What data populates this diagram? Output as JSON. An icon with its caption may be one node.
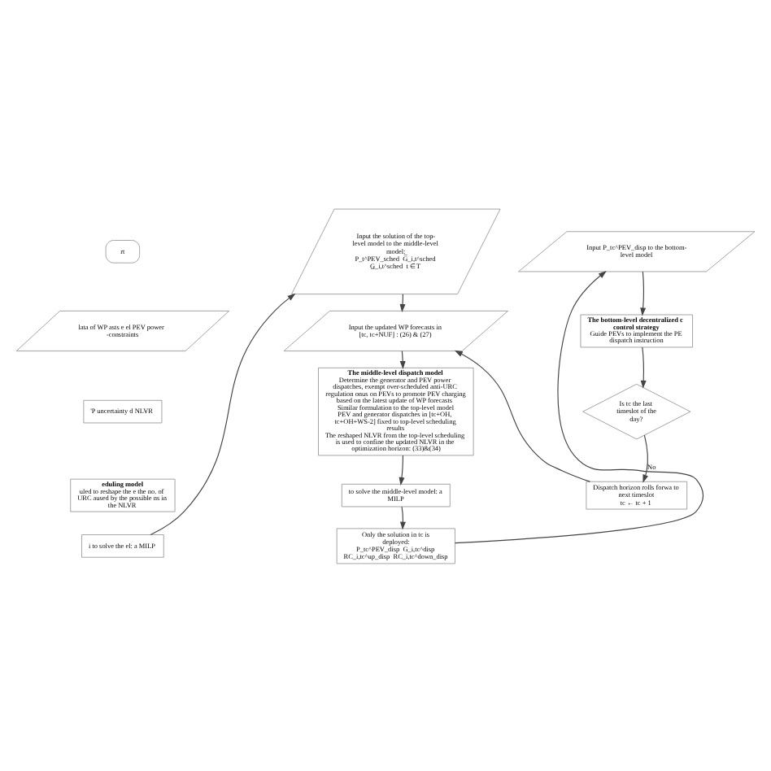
{
  "diagram": {
    "nodes": [
      {
        "text": [
          "rt"
        ]
      },
      {
        "text": [
          "lata of WP asts e el PEV power -constraints"
        ]
      },
      {
        "text": [
          "'P uncertainty d NLVR"
        ]
      },
      {
        "text": [
          "eduling model",
          "uled to reshape the e the no. of URC aused by the possible ns in the NLVR"
        ]
      },
      {
        "text": [
          "i to solve the el: a MILP"
        ]
      },
      {
        "text": [
          "Input the solution of the top-level model to the middle-level model:",
          "P_t^PEV_sched  G̅_i,t^sched  G̲_i,t^sched  t ∈ T"
        ]
      },
      {
        "text": [
          "Input the updated WP forecasts in [tc, tc+NUF] : (26) & (27)"
        ]
      },
      {
        "text": [
          "The middle-level dispatch model",
          "Determine the generator and PEV power dispatches, exempt over-scheduled anti-URC regulation onus on PEVs to promote PEV charging based on the latest update of WP forecasts",
          "Similar formulation to the top-level model",
          "PEV and generator dispatches in [tc+OH, tc+OH+WS-2] fixed to top-level scheduling results",
          "The reshaped NLVR from the top-level scheduling is used to confine the updated NLVR in the optimization horizon: (33)&(34)"
        ]
      },
      {
        "text": [
          "to solve the middle-level model: a MILP"
        ]
      },
      {
        "text": [
          "Only the solution in tc is deployed:",
          "P_tc^PEV_disp  G_i,tc^disp  RC_i,tc^up_disp  RC_i,tc^down_disp"
        ]
      },
      {
        "text": [
          "Input P_tc^PEV_disp to the bottom-level model"
        ]
      },
      {
        "text": [
          "The bottom-level decentralized c control strategy",
          "Guide PEVs to implement the PE dispatch instruction"
        ]
      },
      {
        "text": [
          "Is tc the last timeslot of the day?"
        ]
      },
      {
        "text": [
          "Dispatch horizon rolls forwa to next timeslot",
          "tc ← tc + 1"
        ]
      }
    ],
    "edges": [
      {
        "from": 4,
        "to": 5,
        "arrow": "to"
      },
      {
        "from": 5,
        "to": 6,
        "arrow": "to"
      },
      {
        "from": 6,
        "to": 7,
        "arrow": "to"
      },
      {
        "from": 7,
        "to": 8,
        "arrow": "to"
      },
      {
        "from": 8,
        "to": 9,
        "arrow": "to"
      },
      {
        "from": 9,
        "to": 10,
        "arrow": "to"
      },
      {
        "from": 10,
        "to": 11,
        "arrow": "to"
      },
      {
        "from": 11,
        "to": 12,
        "arrow": "to"
      },
      {
        "from": 12,
        "to": 13,
        "arrow": "to",
        "label": "No"
      },
      {
        "from": 13,
        "to": 6,
        "arrow": "to"
      }
    ]
  }
}
